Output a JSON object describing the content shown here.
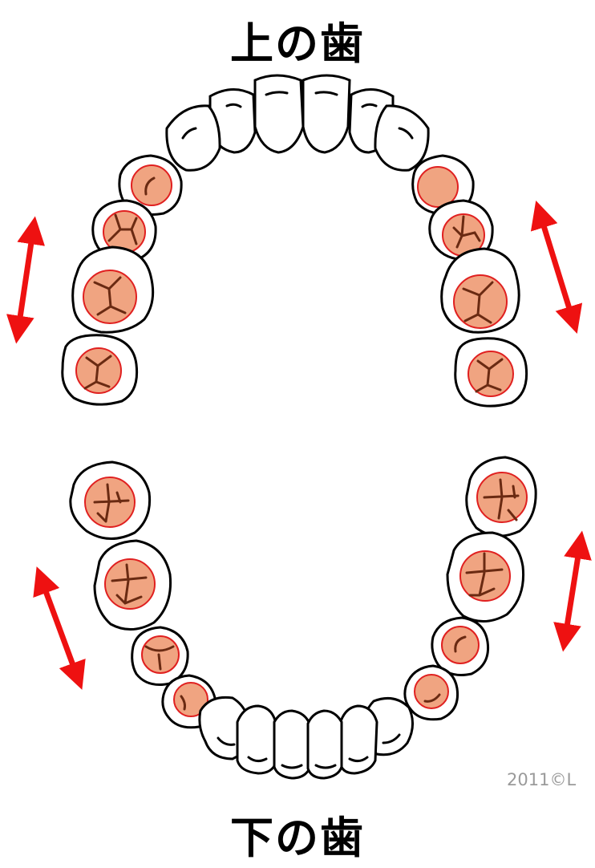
{
  "labels": {
    "upper_jaw": "上の歯",
    "lower_jaw": "下の歯",
    "credit": "2011©L"
  },
  "colors": {
    "tooth_outline": "#000000",
    "chewing_surface": "#f0a481",
    "surface_ring": "#e02020",
    "fissure": "#6a2a12",
    "arrow": "#ee1111"
  }
}
